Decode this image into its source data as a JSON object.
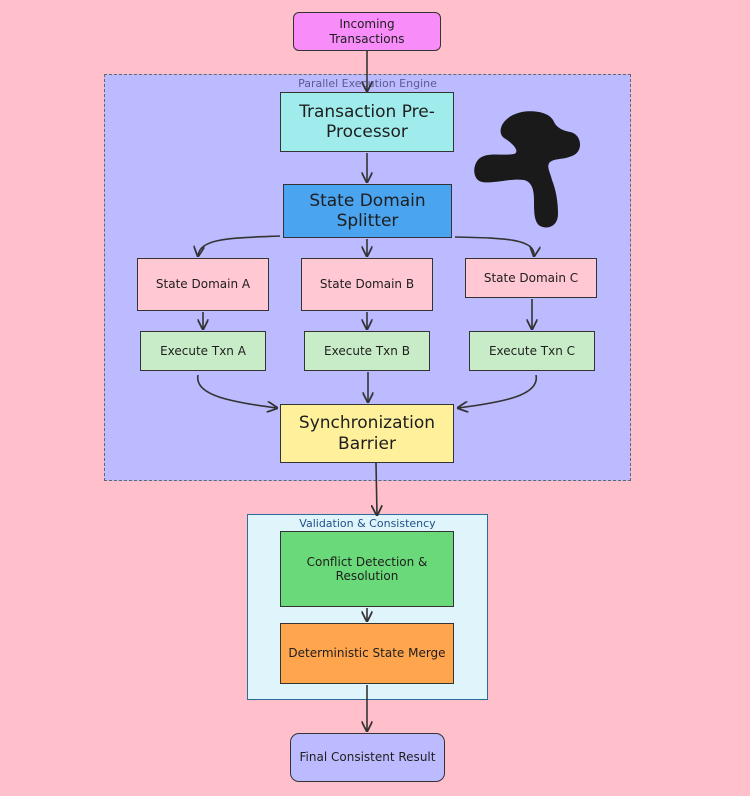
{
  "colors": {
    "background": "#ffc0cb",
    "engine_fill": "#bdbbff",
    "validation_fill": "#dff4fb",
    "incoming": "#f88cf8",
    "preprocessor": "#a0ecec",
    "splitter": "#4aa4f0",
    "domain": "#ffc8d2",
    "execute": "#c8ecc8",
    "barrier": "#fff09c",
    "conflict": "#6ad97a",
    "merge": "#ffa54d",
    "final": "#bdbbff",
    "edge": "#333333"
  },
  "clusters": {
    "engine": "Parallel Execution Engine",
    "validation": "Validation & Consistency"
  },
  "nodes": {
    "incoming": "Incoming Transactions",
    "preprocessor": "Transaction Pre-Processor",
    "splitter": "State Domain Splitter",
    "domain_a": "State Domain A",
    "domain_b": "State Domain B",
    "domain_c": "State Domain C",
    "exec_a": "Execute Txn A",
    "exec_b": "Execute Txn B",
    "exec_c": "Execute Txn C",
    "barrier": "Synchronization Barrier",
    "conflict": "Conflict Detection & Resolution",
    "merge": "Deterministic State Merge",
    "final": "Final Consistent Result"
  },
  "icons": {
    "logo": "mermaid-logo-icon"
  }
}
